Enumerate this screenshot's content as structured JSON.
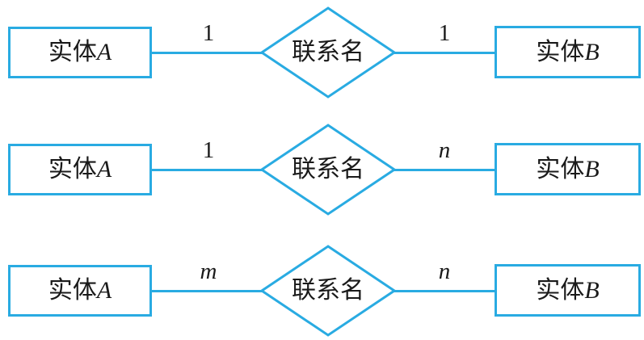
{
  "diagram": {
    "title": "ER relationship cardinality diagram",
    "accent_color": "#29ABE2",
    "text_color": "#1a1a1a",
    "rows": [
      {
        "entity_a_prefix": "实体",
        "entity_a_suffix": "A",
        "left_cardinality": "1",
        "relationship": "联系名",
        "right_cardinality": "1",
        "entity_b_prefix": "实体",
        "entity_b_suffix": "B"
      },
      {
        "entity_a_prefix": "实体",
        "entity_a_suffix": "A",
        "left_cardinality": "1",
        "relationship": "联系名",
        "right_cardinality": "n",
        "entity_b_prefix": "实体",
        "entity_b_suffix": "B"
      },
      {
        "entity_a_prefix": "实体",
        "entity_a_suffix": "A",
        "left_cardinality": "m",
        "relationship": "联系名",
        "right_cardinality": "n",
        "entity_b_prefix": "实体",
        "entity_b_suffix": "B"
      }
    ]
  }
}
